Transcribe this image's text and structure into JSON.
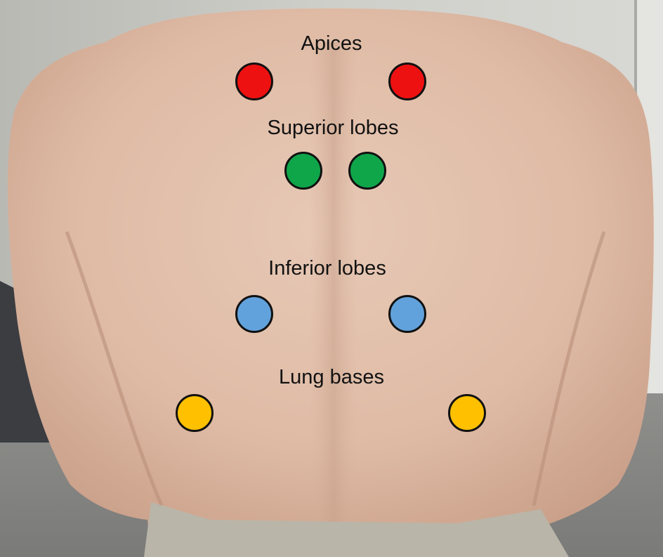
{
  "labels": {
    "apices": "Apices",
    "superior_lobes": "Superior lobes",
    "inferior_lobes": "Inferior lobes",
    "lung_bases": "Lung bases"
  },
  "colors": {
    "apices": "#ee1111",
    "superior_lobes": "#0fa64a",
    "inferior_lobes": "#62a2dc",
    "lung_bases": "#ffc000",
    "marker_outline": "#111111"
  }
}
